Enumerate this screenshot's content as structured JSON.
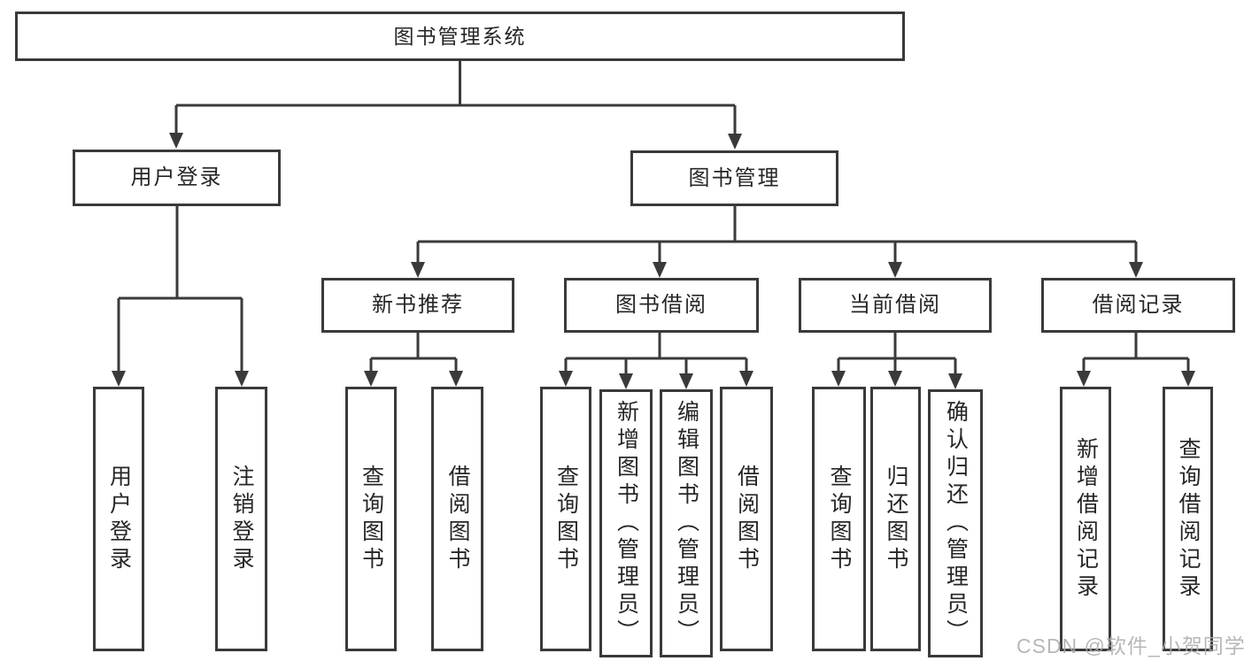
{
  "colors": {
    "line": "#3a3a3a",
    "text": "#262626",
    "watermark": "#ababab",
    "background": "#ffffff"
  },
  "watermark": "CSDN @软件_小贺同学",
  "tree": {
    "root": "图书管理系统",
    "branches": [
      {
        "label": "用户登录",
        "children": [
          "用户登录",
          "注销登录"
        ]
      },
      {
        "label": "图书管理",
        "sections": [
          {
            "label": "新书推荐",
            "children": [
              "查询图书",
              "借阅图书"
            ]
          },
          {
            "label": "图书借阅",
            "children": [
              "查询图书",
              "新增图书（管理员）",
              "编辑图书（管理员）",
              "借阅图书"
            ]
          },
          {
            "label": "当前借阅",
            "children": [
              "查询图书",
              "归还图书",
              "确认归还（管理员）"
            ]
          },
          {
            "label": "借阅记录",
            "children": [
              "新增借阅记录",
              "查询借阅记录"
            ]
          }
        ]
      }
    ]
  }
}
